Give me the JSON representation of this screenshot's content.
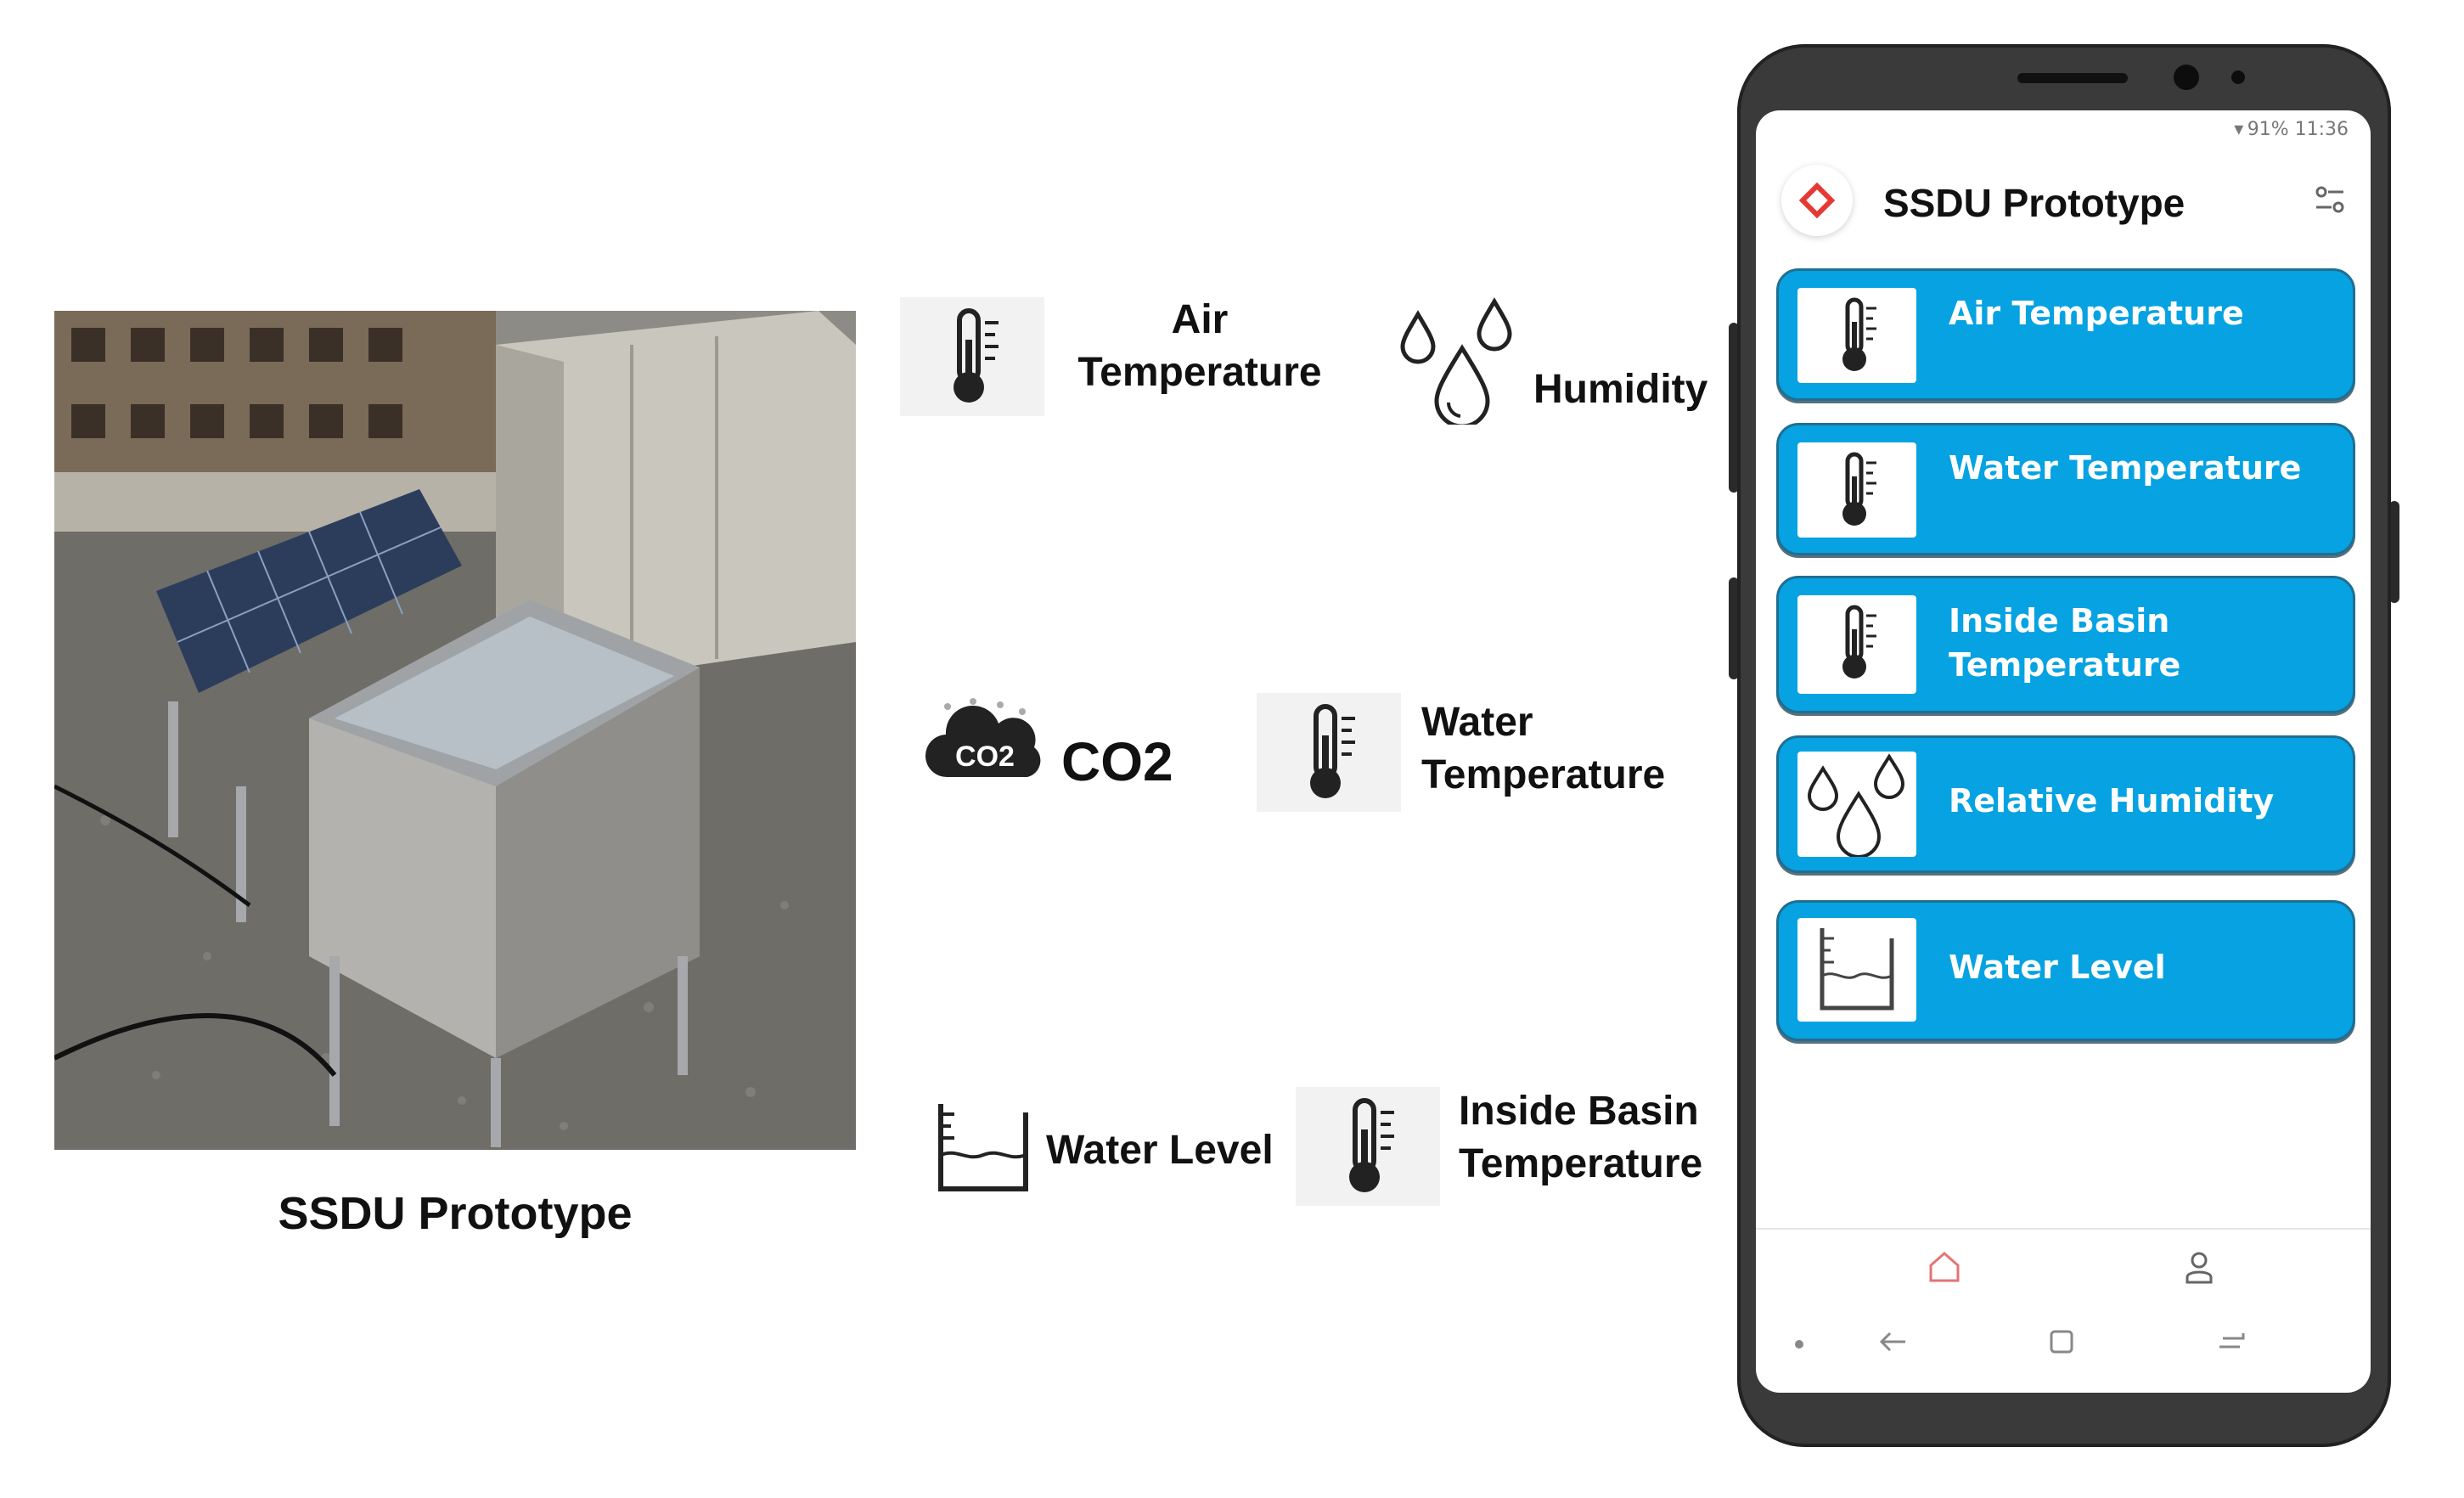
{
  "photo": {
    "caption": "SSDU Prototype"
  },
  "sensors": {
    "air_temperature": {
      "label": "Air\nTemperature",
      "icon": "thermometer-icon"
    },
    "humidity": {
      "label": "Humidity",
      "icon": "water-drops-icon"
    },
    "co2": {
      "label": "CO2",
      "badge": "CO2",
      "icon": "co2-cloud-icon"
    },
    "water_temperature": {
      "label": "Water\nTemperature",
      "icon": "thermometer-icon"
    },
    "water_level": {
      "label": "Water Level",
      "icon": "water-tank-icon"
    },
    "inside_basin_temperature": {
      "label": "Inside Basin\nTemperature",
      "icon": "thermometer-icon"
    }
  },
  "phone": {
    "status_bar": "91% 11:36",
    "app_title": "SSDU Prototype",
    "cards": [
      {
        "label": "Air Temperature",
        "icon": "thermometer-icon"
      },
      {
        "label": "Water Temperature",
        "icon": "thermometer-icon"
      },
      {
        "label": "Inside Basin\nTemperature",
        "icon": "thermometer-icon"
      },
      {
        "label": "Relative Humidity",
        "icon": "water-drops-icon"
      },
      {
        "label": "Water Level",
        "icon": "water-tank-icon"
      }
    ],
    "colors": {
      "card": "#06a2e2",
      "logo_accent": "#e53935",
      "nav_active": "#e57373"
    }
  }
}
